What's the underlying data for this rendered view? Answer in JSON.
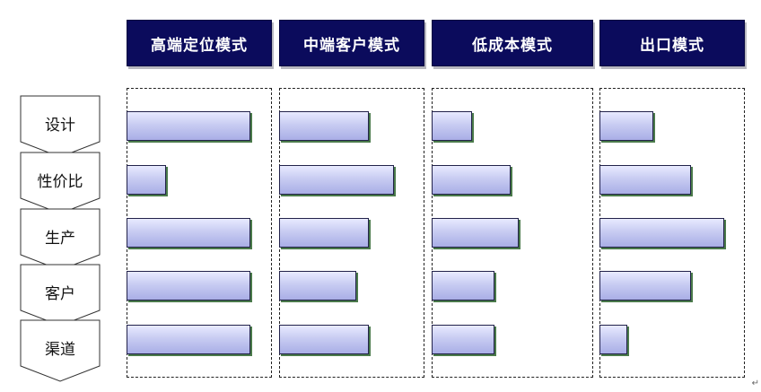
{
  "columns": [
    {
      "label": "高端定位模式"
    },
    {
      "label": "中端客户模式"
    },
    {
      "label": "低成本模式"
    },
    {
      "label": "出口模式"
    }
  ],
  "rows": [
    {
      "label": "设计"
    },
    {
      "label": "性价比"
    },
    {
      "label": "生产"
    },
    {
      "label": "客户"
    },
    {
      "label": "渠道"
    }
  ],
  "chart_data": {
    "type": "bar",
    "categories": [
      "设计",
      "性价比",
      "生产",
      "客户",
      "渠道"
    ],
    "series": [
      {
        "name": "高端定位模式",
        "values": [
          0.85,
          0.27,
          0.85,
          0.85,
          0.85
        ]
      },
      {
        "name": "中端客户模式",
        "values": [
          0.62,
          0.79,
          0.62,
          0.53,
          0.62
        ]
      },
      {
        "name": "低成本模式",
        "values": [
          0.25,
          0.49,
          0.54,
          0.39,
          0.39
        ]
      },
      {
        "name": "出口模式",
        "values": [
          0.37,
          0.63,
          0.86,
          0.63,
          0.19
        ]
      }
    ]
  },
  "para_mark": "↵"
}
